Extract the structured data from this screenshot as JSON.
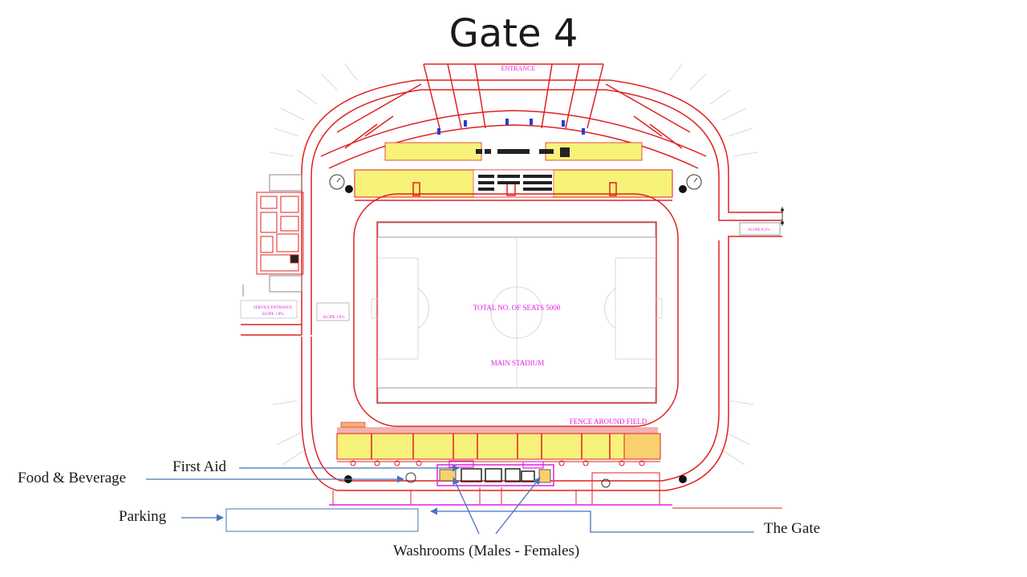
{
  "title": "Gate 4",
  "plan": {
    "entrance": "ENTRANCE",
    "total_seats": "TOTAL NO. OF SEATS 5000",
    "main_stadium": "MAIN STADIUM",
    "fence": "FENCE AROUND FIELD",
    "service_entrance": "SERVICE ENTRANCE",
    "slope_left": "SLOPE 1:8%",
    "slope_mid": "SLOPE 1:8%",
    "slope_right": "SLOPE 8:2%"
  },
  "annotations": {
    "first_aid": "First Aid",
    "food_beverage": "Food & Beverage",
    "parking": "Parking",
    "the_gate": "The Gate",
    "washrooms": "Washrooms  (Males - Females)"
  },
  "colors": {
    "plan_red": "#e02020",
    "plan_magenta": "#e020e0",
    "seating_yellow": "#f6f27a",
    "arrow_blue": "#4a72b8"
  }
}
